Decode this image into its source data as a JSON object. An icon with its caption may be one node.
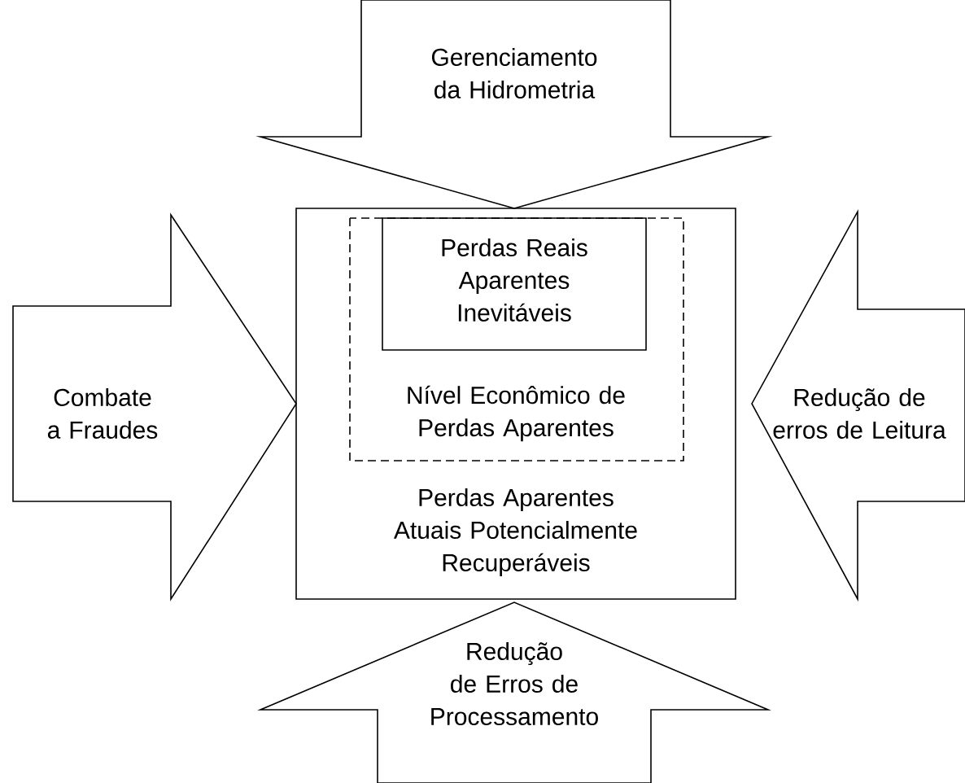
{
  "diagram": {
    "nodes": [
      {
        "text": [
          "Gerenciamento da Hidrometria"
        ]
      },
      {
        "text": [
          "Combate a Fraudes"
        ]
      },
      {
        "text": [
          "Perdas Aparentes Atuais Potencialmente Recuperáveis"
        ]
      },
      {
        "text": [
          "Nível Econômico de Perdas Aparentes"
        ],
        "in": 2
      },
      {
        "text": [
          "Perdas Reais Aparentes Inevitáveis"
        ],
        "in": 3
      },
      {
        "text": [
          "Redução de erros de Leitura"
        ]
      },
      {
        "text": [
          "Redução de Erros de Processamento"
        ]
      }
    ]
  }
}
